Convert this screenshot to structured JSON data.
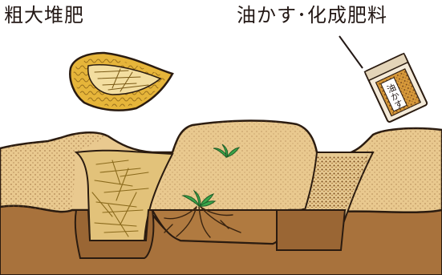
{
  "labels": {
    "left": "粗大堆肥",
    "right": "油かす･化成肥料"
  },
  "bag": {
    "print": "油かす"
  },
  "colors": {
    "soil": "#e9c98f",
    "soil_dark": "#b78a4d",
    "soil_deep": "#a0703a",
    "straw": "#cfae4e",
    "basket": "#e6b53a",
    "sprout": "#3aa64a",
    "outline": "#2a1b10"
  }
}
